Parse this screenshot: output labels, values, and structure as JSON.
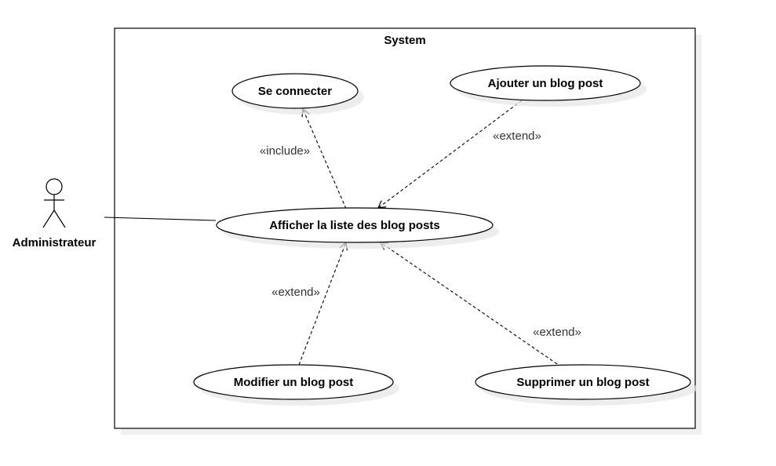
{
  "system": {
    "title": "System"
  },
  "actor": {
    "name": "Administrateur",
    "icon": "stick-figure-icon"
  },
  "use_cases": {
    "se_connecter": "Se connecter",
    "ajouter": "Ajouter un blog post",
    "afficher": "Afficher la liste des blog posts",
    "modifier": "Modifier un blog post",
    "supprimer": "Supprimer un blog post"
  },
  "relations": {
    "include": "«include»",
    "extend_ajouter": "«extend»",
    "extend_modifier": "«extend»",
    "extend_supprimer": "«extend»"
  },
  "colors": {
    "stroke": "#000000",
    "shadow": "#e6e6e6",
    "label": "#333333"
  }
}
